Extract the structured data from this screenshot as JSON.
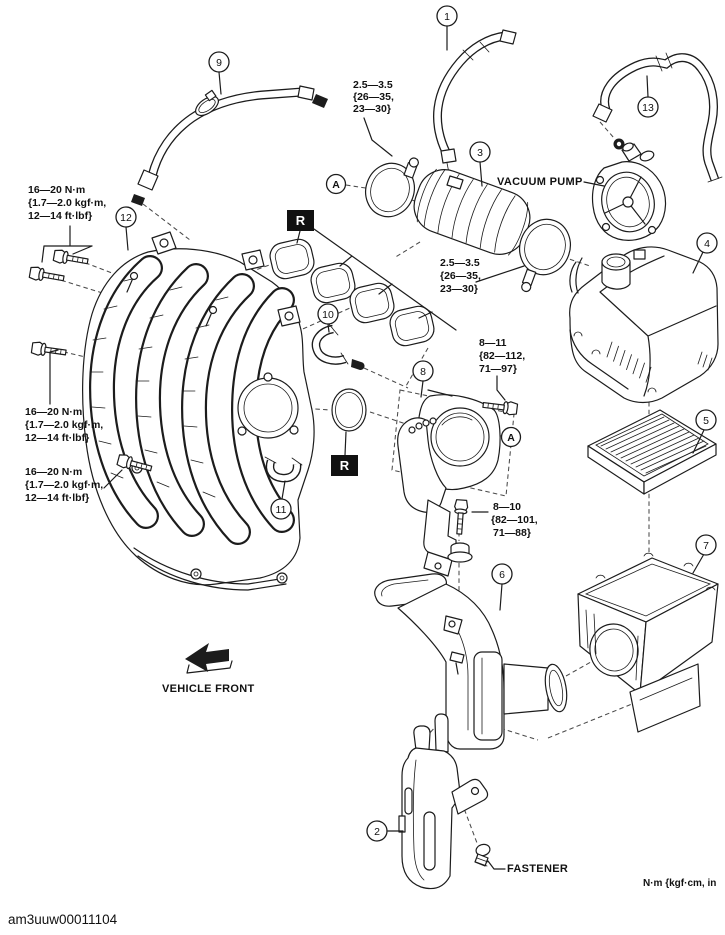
{
  "figure": {
    "doc_code": "am3uuw00011104",
    "unit_note": "N·m {kgf·cm, in",
    "vacuum_pump_label": "VACUUM PUMP",
    "vehicle_front_label": "VEHICLE FRONT",
    "fastener_label": "FASTENER",
    "detail_marker": "A",
    "replace_marker": "R"
  },
  "callouts": {
    "c1": "1",
    "c2": "2",
    "c3": "3",
    "c4": "4",
    "c5": "5",
    "c6": "6",
    "c7": "7",
    "c8": "8",
    "c9": "9",
    "c10": "10",
    "c11": "11",
    "c12": "12",
    "c13": "13"
  },
  "torque_specs": {
    "clamp_upper": [
      "2.5—3.5",
      "{26—35,",
      "23—30}"
    ],
    "clamp_lower": [
      "2.5—3.5",
      "{26—35,",
      "23—30}"
    ],
    "manifold_a": [
      "16—20 N·m",
      "{1.7—2.0 kgf·m,",
      "12—14 ft·lbf}"
    ],
    "manifold_b": [
      "16—20 N·m",
      "{1.7—2.0 kgf·m,",
      "12—14 ft·lbf}"
    ],
    "manifold_c": [
      "16—20 N·m",
      "{1.7—2.0 kgf·m,",
      "12—14 ft·lbf}"
    ],
    "throttle_body_bolt": [
      "8—11",
      "{82—112,",
      "71—97}"
    ],
    "air_duct_bolt": [
      "8—10",
      "{82—101,",
      "71—88}"
    ]
  }
}
